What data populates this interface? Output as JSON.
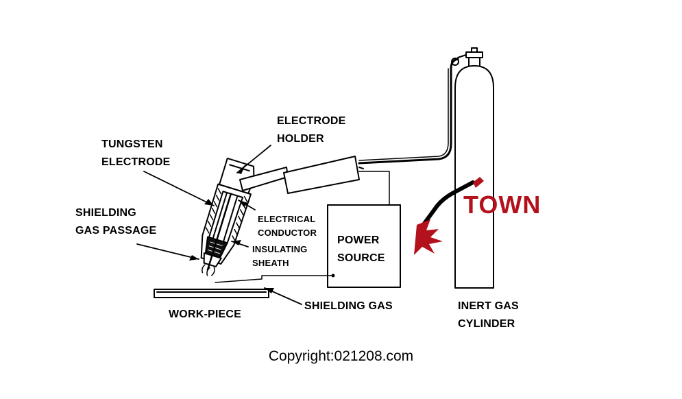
{
  "labels": {
    "electrode_holder": [
      "ELECTRODE",
      "HOLDER"
    ],
    "tungsten_electrode": [
      "TUNGSTEN",
      "ELECTRODE"
    ],
    "shielding_gas_passage": [
      "SHIELDING",
      "GAS PASSAGE"
    ],
    "electrical_conductor": [
      "ELECTRICAL",
      "CONDUCTOR"
    ],
    "insulating_sheath": [
      "INSULATING",
      "SHEATH"
    ],
    "power_source": [
      "POWER",
      "SOURCE"
    ],
    "shielding_gas": "SHIELDING GAS",
    "work_piece": "WORK-PIECE",
    "inert_gas_cylinder": [
      "INERT GAS",
      "CYLINDER"
    ]
  },
  "watermark": {
    "text": "TOWN",
    "color": "#b3121c"
  },
  "copyright": "Copyright:021208.com",
  "colors": {
    "line": "#000000",
    "background": "#ffffff"
  }
}
